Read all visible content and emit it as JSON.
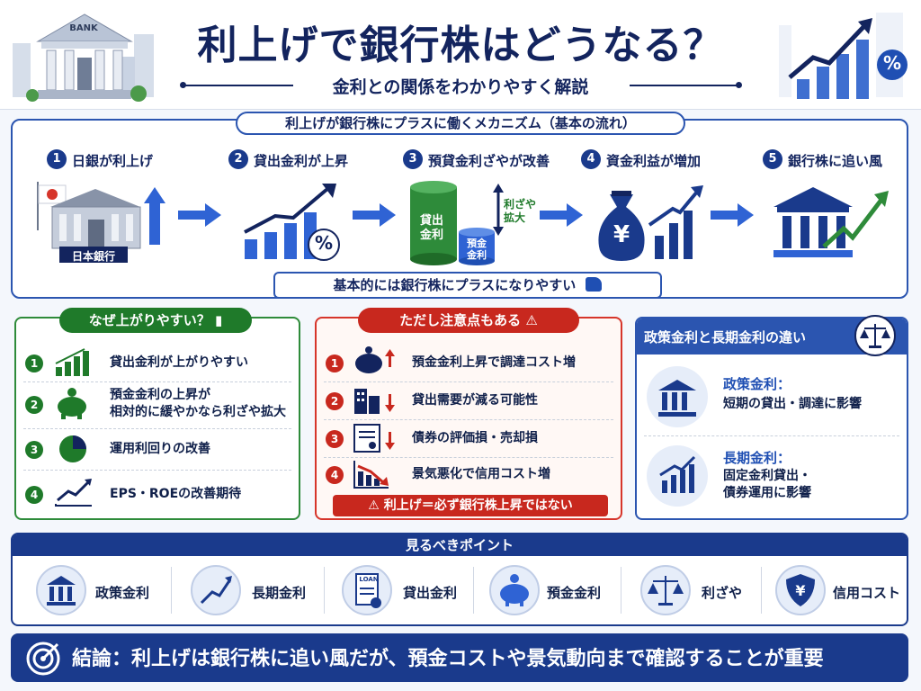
{
  "header": {
    "title": "利上げで銀行株はどうなる？",
    "subtitle": "金利との関係をわかりやすく解説",
    "bank_sign": "BANK",
    "percent_symbol": "%"
  },
  "mechanism": {
    "title": "利上げが銀行株にプラスに働くメカニズム（基本の流れ）",
    "steps": [
      {
        "num": "1",
        "label": "日銀が利上げ"
      },
      {
        "num": "2",
        "label": "貸出金利が上昇"
      },
      {
        "num": "3",
        "label": "預貸金利ざやが改善"
      },
      {
        "num": "4",
        "label": "資金利益が増加"
      },
      {
        "num": "5",
        "label": "銀行株に追い風"
      }
    ],
    "boj_label": "日本銀行",
    "loan_rate_label": "貸出\n金利",
    "deposit_rate_label": "預金\n金利",
    "spread_label": "利ざや\n拡大",
    "yen_symbol": "¥",
    "percent_symbol": "%",
    "conclusion": "基本的には銀行株にプラスになりやすい"
  },
  "why": {
    "title": "なぜ上がりやすい？",
    "items": [
      {
        "num": "1",
        "text": "貸出金利が上がりやすい"
      },
      {
        "num": "2",
        "text": "預金金利の上昇が\n相対的に緩やかなら利ざや拡大"
      },
      {
        "num": "3",
        "text": "運用利回りの改善"
      },
      {
        "num": "4",
        "text": "EPS・ROEの改善期待"
      }
    ]
  },
  "caution": {
    "title": "ただし注意点もある",
    "items": [
      {
        "num": "1",
        "text": "預金金利上昇で調達コスト増"
      },
      {
        "num": "2",
        "text": "貸出需要が減る可能性"
      },
      {
        "num": "3",
        "text": "債券の評価損・売却損"
      },
      {
        "num": "4",
        "text": "景気悪化で信用コスト増"
      }
    ],
    "warning": "利上げ＝必ず銀行株上昇ではない"
  },
  "difference": {
    "title": "政策金利と長期金利の違い",
    "policy": {
      "name": "政策金利：",
      "desc": "短期の貸出・調達に影響"
    },
    "long": {
      "name": "長期金利：",
      "desc": "固定金利貸出・\n債券運用に影響"
    }
  },
  "points": {
    "title": "見るべきポイント",
    "items": [
      {
        "label": "政策金利"
      },
      {
        "label": "長期金利"
      },
      {
        "label": "貸出金利"
      },
      {
        "label": "預金金利"
      },
      {
        "label": "利ざや"
      },
      {
        "label": "信用コスト"
      }
    ],
    "loan_doc_text": "LOAN"
  },
  "conclusion": {
    "text": "結論：利上げは銀行株に追い風だが、預金コストや景気動向まで確認することが重要"
  },
  "colors": {
    "navy": "#13245e",
    "blue": "#2b55b0",
    "green": "#1f7a2a",
    "red": "#c8281e"
  }
}
